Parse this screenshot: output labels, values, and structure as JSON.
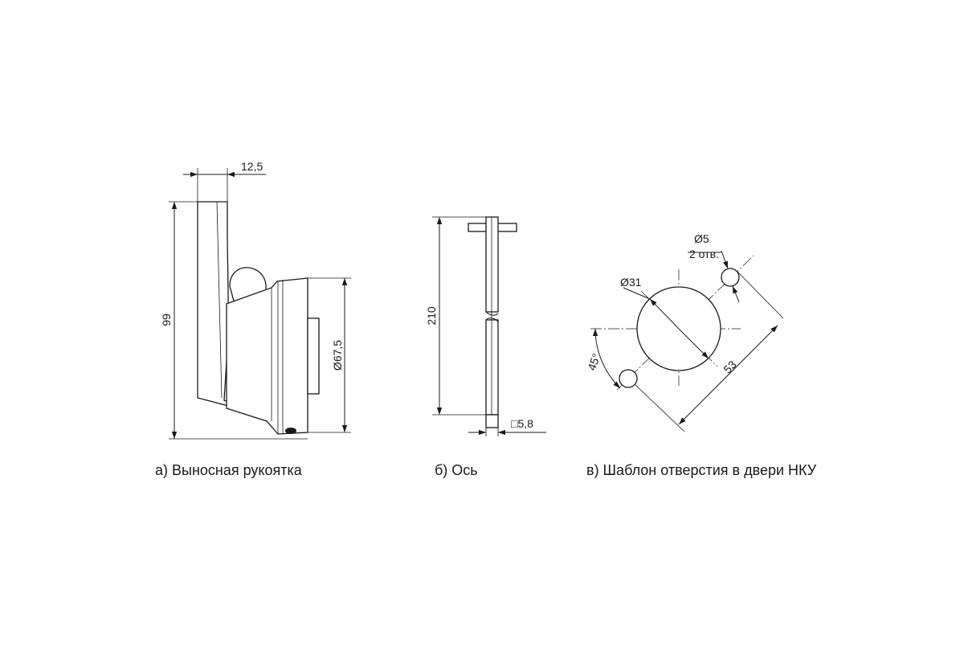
{
  "captions": {
    "handle": "а) Выносная рукоятка",
    "axis": "б) Ось",
    "template": "в) Шаблон отверстия в двери НКУ"
  },
  "dimensions": {
    "handle_width": "12,5",
    "handle_height": "99",
    "handle_diameter": "Ø67,5",
    "axis_length": "210",
    "axis_square": "□5,8",
    "hole_main": "Ø31",
    "hole_small": "Ø5",
    "hole_small_count": "2 отв.",
    "hole_spacing": "53",
    "hole_angle": "45°"
  },
  "colors": {
    "line": "#1a1a1a",
    "background": "#ffffff",
    "shade": "#c8c8c8"
  }
}
